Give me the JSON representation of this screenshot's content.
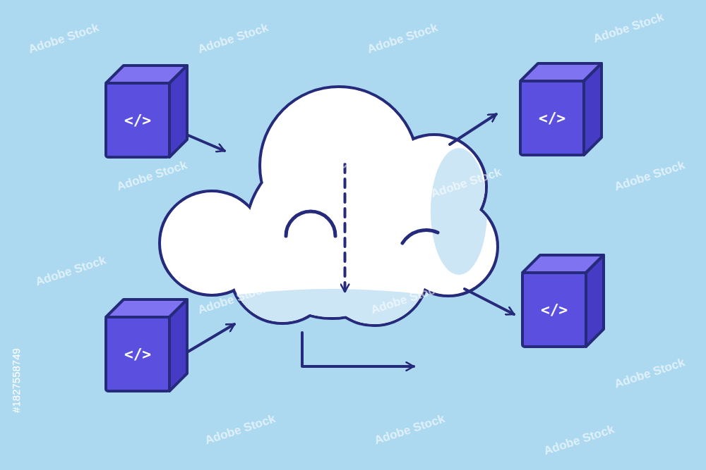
{
  "diagram": {
    "nodes": [
      {
        "text": [
          "</>"
        ]
      },
      {
        "text": [
          "</>"
        ]
      },
      {
        "text": [
          "</>"
        ]
      },
      {
        "text": [
          "</>"
        ]
      }
    ],
    "edges": [
      {
        "from": 1,
        "to": 3,
        "arrow": "to"
      }
    ],
    "labels": [
      "Adobe Stock",
      "Adobe Stock",
      "Adobe Stock",
      "Adobe Stock",
      "Adobe Stock",
      "Adobe Stock",
      "Adobe Stock",
      "Adobe Stock",
      "Adobe Stock",
      "Adobe Stock",
      "Adobe Stock",
      "Adobe Stock",
      "Adobe Stock",
      "Adobe Stock",
      "Adobe Stock",
      "#1827558749"
    ]
  }
}
